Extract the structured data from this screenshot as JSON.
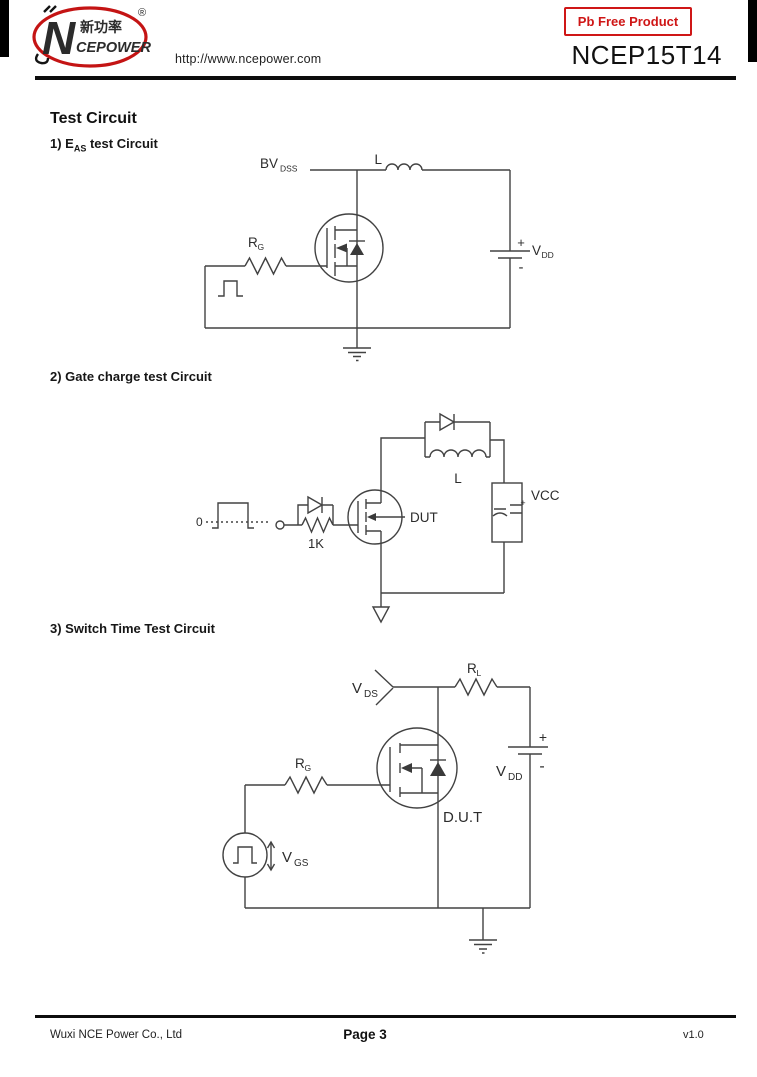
{
  "colors": {
    "brand_red": "#c41414",
    "circuit_line": "#424242",
    "ink": "#1d1d1d"
  },
  "header": {
    "logo": {
      "n": "N",
      "cn": "新功率",
      "en": "CEPOWER",
      "registered": "®"
    },
    "url": "http://www.ncepower.com",
    "badge": "Pb Free Product",
    "part_number": "NCEP15T14"
  },
  "content": {
    "title": "Test Circuit",
    "section1_prefix": "1) E",
    "section1_sub": "AS",
    "section1_suffix": " test Circuit",
    "section2": "2) Gate charge test Circuit",
    "section3": "3) Switch Time Test Circuit"
  },
  "circuit1": {
    "bv_main": "BV",
    "bv_sub": "DSS",
    "inductor": "L",
    "plus": "+",
    "minus": "-",
    "v_main": "V",
    "v_sub": "DD",
    "r_main": "R",
    "r_sub": "G"
  },
  "circuit2": {
    "zero": "0",
    "resistor": "1K",
    "dut": "DUT",
    "inductor": "L",
    "vcc": "VCC",
    "cap_plus": "+"
  },
  "circuit3": {
    "v_main": "V",
    "v_sub": "DS",
    "rl_main": "R",
    "rl_sub": "L",
    "plus": "+",
    "minus": "-",
    "vdd_main": "V",
    "vdd_sub": "DD",
    "rg_main": "R",
    "rg_sub": "G",
    "dut": "D.U.T",
    "vgs_main": "V",
    "vgs_sub": "GS"
  },
  "footer": {
    "company": "Wuxi NCE Power Co., Ltd",
    "page": "Page 3",
    "version": "v1.0"
  }
}
